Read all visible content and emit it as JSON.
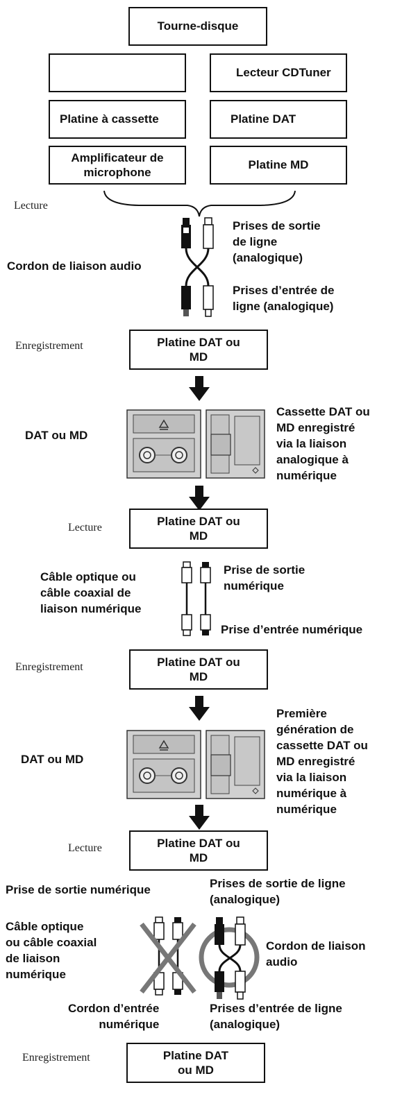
{
  "top_boxes": {
    "turntable": "Tourne-disque",
    "empty_box": "",
    "cd_tuner": "Lecteur CDTuner",
    "cassette_deck": "Platine à cassette",
    "dat_deck": "Platine DAT",
    "microphone_amp": "Amplificateur de\nmicrophone",
    "md_deck": "Platine MD"
  },
  "section1": {
    "playback": "Lecture",
    "line_out": "Prises de sortie\nde ligne\n(analogique)",
    "audio_cord": "Cordon de liaison audio",
    "line_in": "Prises d’entrée de\nligne (analogique)",
    "recording": "Enregistrement",
    "deck_box": "Platine DAT ou\nMD"
  },
  "section2": {
    "dat_or_md": "DAT ou MD",
    "recorded_desc": "Cassette DAT ou\nMD enregistré\nvia la liaison\nanalogique à\nnumérique"
  },
  "section3": {
    "playback": "Lecture",
    "deck_box": "Platine DAT ou\nMD",
    "cable": "Câble optique ou\ncâble coaxial de\nliaison numérique",
    "digital_out": "Prise de sortie\nnumérique",
    "digital_in": "Prise d’entrée numérique",
    "recording": "Enregistrement",
    "deck_box2": "Platine DAT ou\nMD"
  },
  "section4": {
    "dat_or_md": "DAT ou MD",
    "first_gen_desc": "Première\ngénération de\ncassette DAT ou\nMD enregistré\nvia la liaison\nnumérique à\nnumérique"
  },
  "section5": {
    "playback": "Lecture",
    "deck_box": "Platine DAT ou\nMD",
    "digital_out": "Prise de sortie numérique",
    "line_out": "Prises de sortie de ligne\n(analogique)",
    "cable": "Câble optique\nou câble coaxial\nde liaison\nnumérique",
    "audio_cord": "Cordon de liaison\naudio",
    "digital_in_cord": "Cordon d’entrée\nnumérique",
    "line_in": "Prises d’entrée de ligne\n(analogique)",
    "recording": "Enregistrement",
    "deck_box2": "Platine DAT\nou MD"
  },
  "colors": {
    "line": "#111111",
    "cross": "#777777",
    "cassette": "#cfcfcf"
  }
}
